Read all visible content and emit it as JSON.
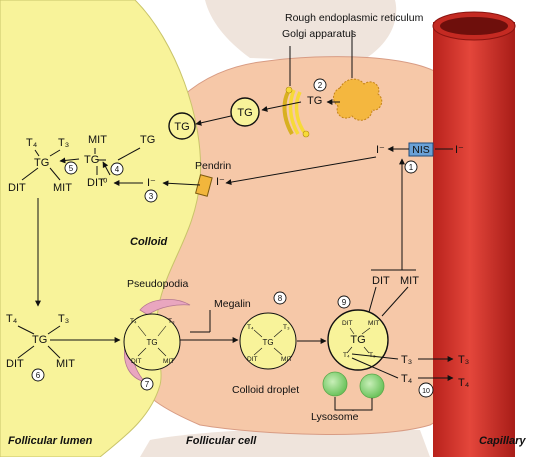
{
  "regions": {
    "lumen": "Follicular lumen",
    "cell": "Follicular cell",
    "capillary": "Capillary",
    "colloid": "Colloid"
  },
  "organelles": {
    "rer": "Rough endoplasmic reticulum",
    "golgi": "Golgi apparatus",
    "pendrin": "Pendrin",
    "nis": "NIS",
    "pseudopodia": "Pseudopodia",
    "megalin": "Megalin",
    "colloid_droplet": "Colloid droplet",
    "lysosome": "Lysosome"
  },
  "molecules": {
    "tg": "TG",
    "t4": "T₄",
    "t3": "T₃",
    "dit": "DIT",
    "mit": "MIT",
    "iodide": "I⁻",
    "iodine": "I⁰"
  },
  "steps": [
    "1",
    "2",
    "3",
    "4",
    "5",
    "6",
    "7",
    "8",
    "9",
    "10"
  ],
  "colors": {
    "lumen": "#f8f39a",
    "cell": "#f6c8a8",
    "capillary": "#d8332a",
    "vesicle": "#f8f39a",
    "lysosome": "#8ed480",
    "nis": "#6aa1d6",
    "pendrin": "#f2b63c",
    "golgi": "#f7da38"
  }
}
